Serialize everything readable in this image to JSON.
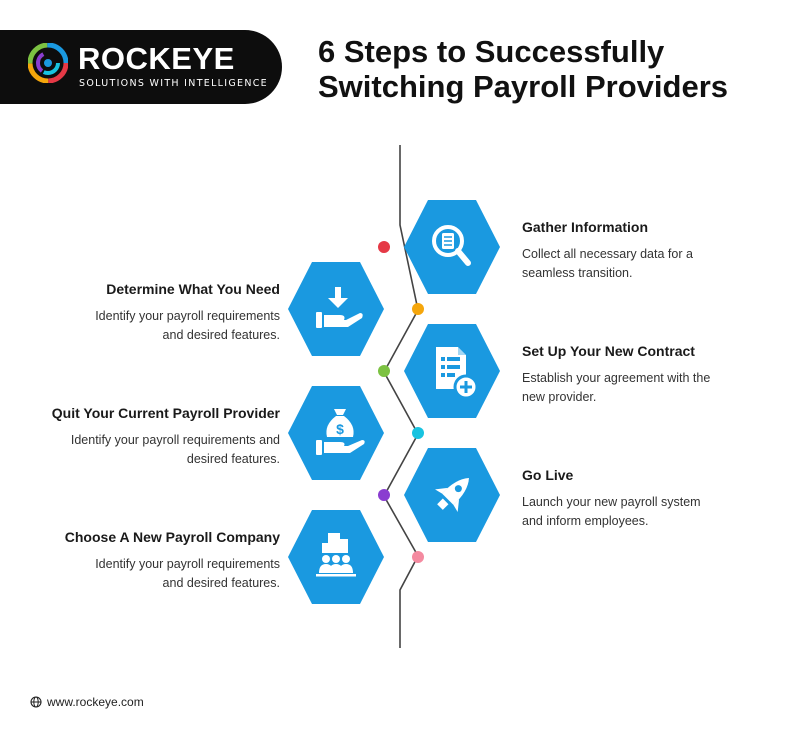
{
  "brand": {
    "name": "ROCKEYE",
    "tagline": "SOLUTIONS WITH INTELLIGENCE"
  },
  "title": {
    "line1": "6 Steps to Successfully",
    "line2": "Switching Payroll Providers"
  },
  "colors": {
    "hexagon": "#1a99e0",
    "timeline": "#444444",
    "dots": [
      "#e53946",
      "#f5a60b",
      "#7cc242",
      "#18c3e0",
      "#8a3dd0",
      "#f48aa0"
    ]
  },
  "steps": [
    {
      "heading": "Gather Information",
      "desc_lines": [
        "Collect all necessary data for a",
        "seamless transition."
      ],
      "icon": "search-document-icon"
    },
    {
      "heading": "Determine What You Need",
      "desc_lines": [
        "Identify your payroll requirements",
        "and desired features."
      ],
      "icon": "download-hand-icon"
    },
    {
      "heading": "Set Up Your New Contract",
      "desc_lines": [
        "Establish your agreement with the",
        "new provider."
      ],
      "icon": "contract-add-icon"
    },
    {
      "heading": "Quit Your Current Payroll Provider",
      "desc_lines": [
        "Identify your payroll requirements and",
        "desired features."
      ],
      "icon": "money-bag-hand-icon"
    },
    {
      "heading": "Go Live",
      "desc_lines": [
        "Launch your new payroll system",
        "and inform employees."
      ],
      "icon": "rocket-icon"
    },
    {
      "heading": "Choose A New Payroll Company",
      "desc_lines": [
        "Identify your payroll requirements",
        "and desired features."
      ],
      "icon": "company-people-icon"
    }
  ],
  "footer": {
    "url": "www.rockeye.com",
    "icon": "globe-icon"
  }
}
